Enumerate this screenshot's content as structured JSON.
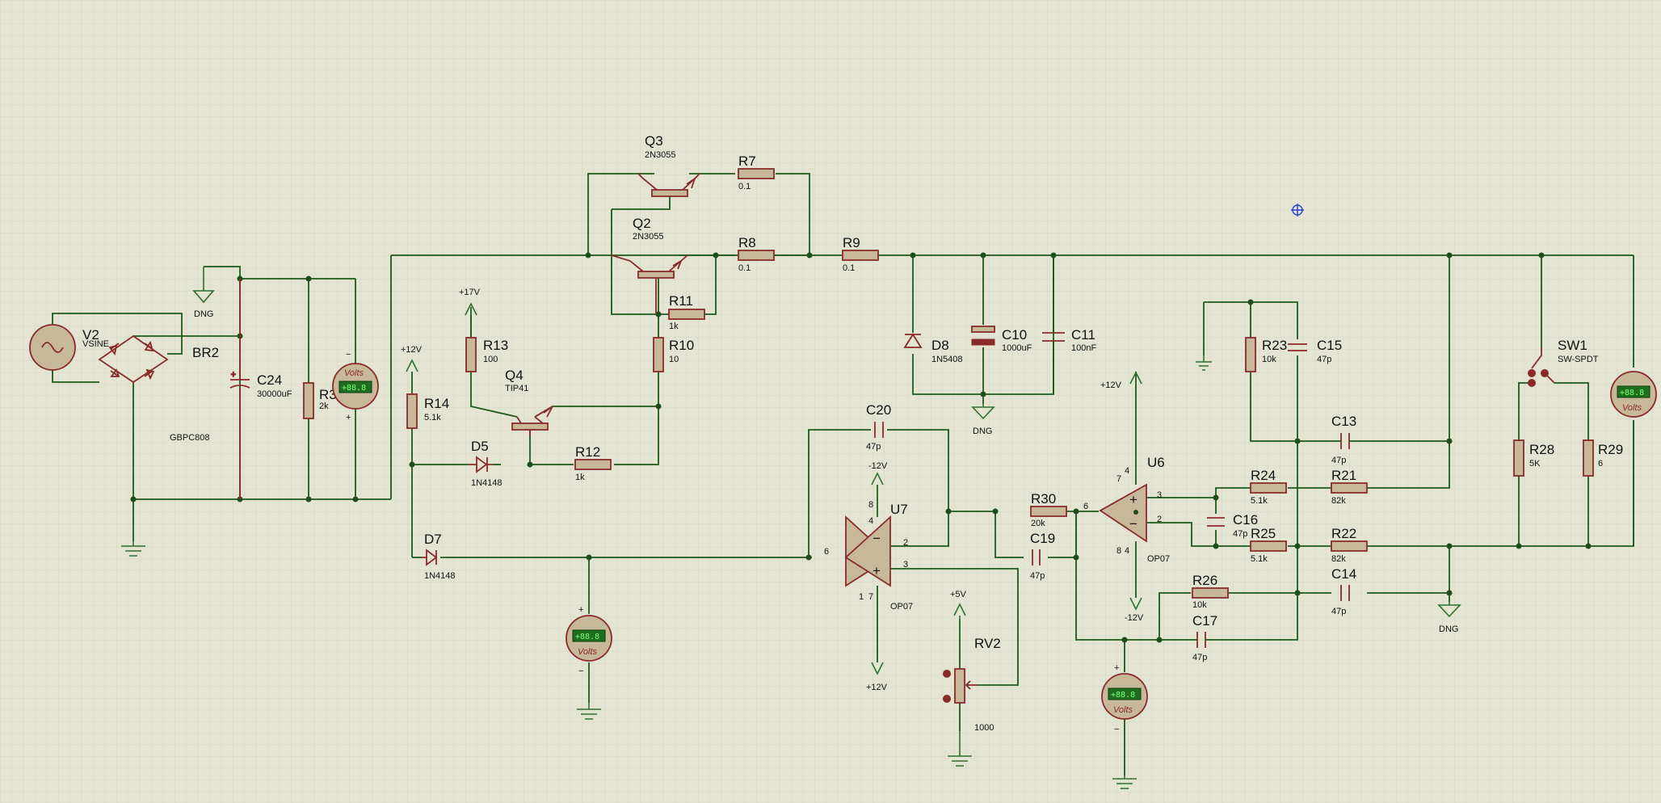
{
  "colors": {
    "background": "#e4e4d3",
    "grid": "#cbcbb8",
    "wire": "#1e5a1e",
    "component": "#8a2b2b",
    "fill": "#c8b89a"
  },
  "components": {
    "V2": {
      "ref": "V2",
      "value": "VSINE"
    },
    "BR2": {
      "ref": "BR2",
      "value": "GBPC808"
    },
    "C24": {
      "ref": "C24",
      "value": "30000uF"
    },
    "R3": {
      "ref": "R3",
      "value": "2k"
    },
    "R13": {
      "ref": "R13",
      "value": "100"
    },
    "R14": {
      "ref": "R14",
      "value": "5.1k"
    },
    "Q4": {
      "ref": "Q4",
      "value": "TIP41"
    },
    "D5": {
      "ref": "D5",
      "value": "1N4148"
    },
    "R12": {
      "ref": "R12",
      "value": "1k"
    },
    "D7": {
      "ref": "D7",
      "value": "1N4148"
    },
    "Q3": {
      "ref": "Q3",
      "value": "2N3055"
    },
    "Q2": {
      "ref": "Q2",
      "value": "2N3055"
    },
    "R7": {
      "ref": "R7",
      "value": "0.1"
    },
    "R8": {
      "ref": "R8",
      "value": "0.1"
    },
    "R9": {
      "ref": "R9",
      "value": "0.1"
    },
    "R11": {
      "ref": "R11",
      "value": "1k"
    },
    "R10": {
      "ref": "R10",
      "value": "10"
    },
    "D8": {
      "ref": "D8",
      "value": "1N5408"
    },
    "C10": {
      "ref": "C10",
      "value": "1000uF"
    },
    "C11": {
      "ref": "C11",
      "value": "100nF"
    },
    "C20": {
      "ref": "C20",
      "value": "47p"
    },
    "U7": {
      "ref": "U7",
      "value": "OP07"
    },
    "R30": {
      "ref": "R30",
      "value": "20k"
    },
    "C19": {
      "ref": "C19",
      "value": "47p"
    },
    "RV2": {
      "ref": "RV2",
      "value": "1000"
    },
    "U6": {
      "ref": "U6",
      "value": "OP07"
    },
    "R23": {
      "ref": "R23",
      "value": "10k"
    },
    "C15": {
      "ref": "C15",
      "value": "47p"
    },
    "C13": {
      "ref": "C13",
      "value": "47p"
    },
    "R24": {
      "ref": "R24",
      "value": "5.1k"
    },
    "R21": {
      "ref": "R21",
      "value": "82k"
    },
    "C16": {
      "ref": "C16",
      "value": "47p"
    },
    "R25": {
      "ref": "R25",
      "value": "5.1k"
    },
    "R22": {
      "ref": "R22",
      "value": "82k"
    },
    "R26": {
      "ref": "R26",
      "value": "10k"
    },
    "C14": {
      "ref": "C14",
      "value": "47p"
    },
    "C17": {
      "ref": "C17",
      "value": "47p"
    },
    "SW1": {
      "ref": "SW1",
      "value": "SW-SPDT"
    },
    "R28": {
      "ref": "R28",
      "value": "5K"
    },
    "R29": {
      "ref": "R29",
      "value": "6"
    }
  },
  "rails": {
    "dng": "DNG",
    "p17": "+17V",
    "p12": "+12V",
    "m12": "-12V",
    "p5": "+5V"
  },
  "meter": {
    "unit": "Volts",
    "reading": "+88.8",
    "plus": "+",
    "minus": "−"
  },
  "pins": {
    "p1": "1",
    "p2": "2",
    "p3": "3",
    "p4": "4",
    "p6": "6",
    "p7": "7",
    "p8": "8"
  }
}
